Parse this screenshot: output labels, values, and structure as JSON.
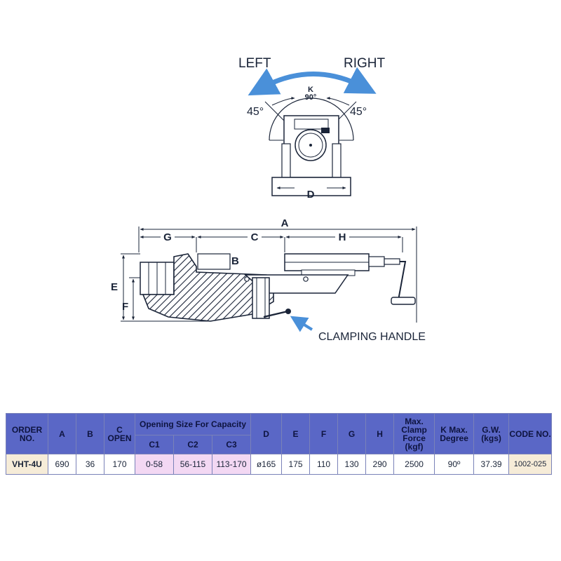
{
  "drawing": {
    "top_view": {
      "label_left": "LEFT",
      "label_right": "RIGHT",
      "angle_left": "45°",
      "angle_right": "45°",
      "k_label": "K",
      "k_angle": "90°",
      "dim_d": "D"
    },
    "side_view": {
      "dim_a": "A",
      "dim_g": "G",
      "dim_c": "C",
      "dim_h": "H",
      "dim_b": "B",
      "dim_e": "E",
      "dim_f": "F",
      "callout": "CLAMPING HANDLE"
    },
    "colors": {
      "arrow_blue": "#4a90d9",
      "line_dark": "#1a2438",
      "header_blue": "#5a67c6",
      "order_cell": "#f6ecd8",
      "capacity_cell": "#f3d8f3"
    }
  },
  "table": {
    "headers": {
      "order_no": "ORDER NO.",
      "a": "A",
      "b": "B",
      "c_open": "C OPEN",
      "capacity": "Opening Size For Capacity",
      "c1": "C1",
      "c2": "C2",
      "c3": "C3",
      "d": "D",
      "e": "E",
      "f": "F",
      "g": "G",
      "h": "H",
      "max_clamp": "Max. Clamp Force (kgf)",
      "k_max": "K Max. Degree",
      "gw": "G.W. (kgs)",
      "code_no": "CODE NO."
    },
    "row": {
      "order_no": "VHT-4U",
      "a": "690",
      "b": "36",
      "c_open": "170",
      "c1": "0-58",
      "c2": "56-115",
      "c3": "113-170",
      "d": "ø165",
      "e": "175",
      "f": "110",
      "g": "130",
      "h": "290",
      "max_clamp": "2500",
      "k_max": "90º",
      "gw": "37.39",
      "code_no": "1002-025"
    }
  }
}
